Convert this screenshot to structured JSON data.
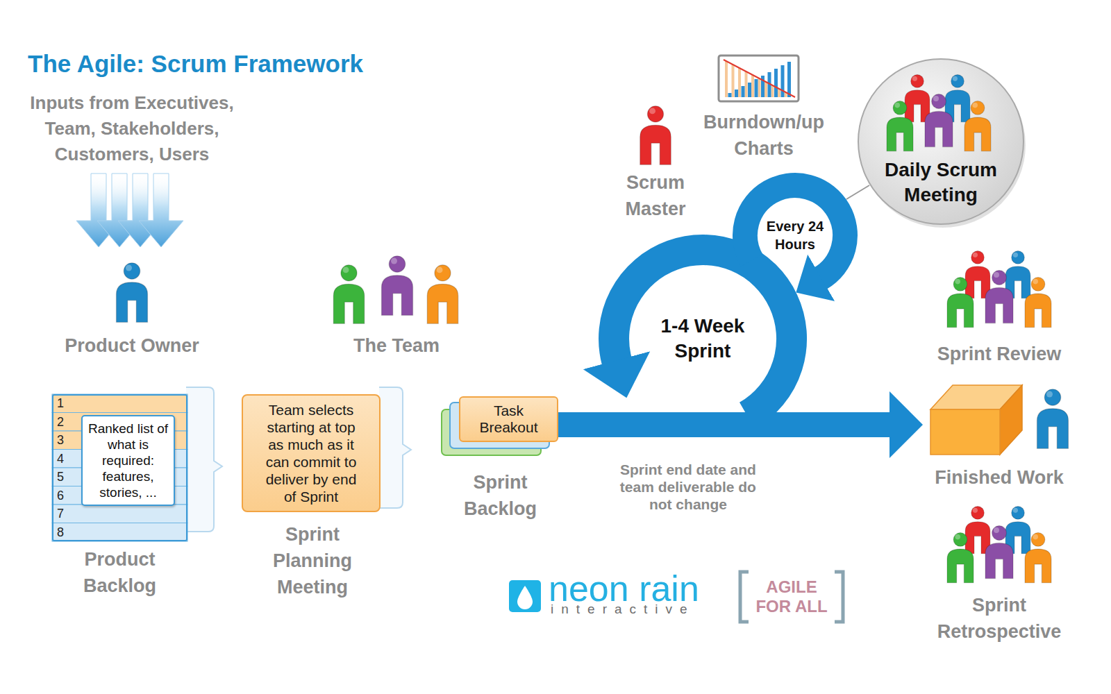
{
  "diagram": {
    "title": "The Agile: Scrum Framework",
    "nodes": [
      {
        "text": [
          "Product Backlog"
        ]
      },
      {
        "text": [
          "Ranked list of what is required: features, stories, ..."
        ],
        "in": 0
      },
      {
        "text": [
          "Team selects starting at top as much as it can commit to deliver by end of Sprint",
          "Sprint Planning Meeting"
        ]
      },
      {
        "text": [
          "Task Breakout",
          "Sprint Backlog"
        ]
      },
      {
        "text": [
          "Daily Scrum Meeting"
        ]
      },
      {
        "text": [
          "Finished Work"
        ]
      }
    ],
    "edges": [
      {
        "from": 3,
        "to": 5,
        "arrow": "to",
        "label": "Sprint end date and team deliverable do not change"
      }
    ],
    "labels": [
      "Inputs from Executives, Team, Stakeholders, Customers, Users",
      "Product Owner",
      "The Team",
      "Scrum Master",
      "Burndown/up Charts",
      "1-4 Week Sprint",
      "Every 24 Hours",
      "Sprint Review",
      "Sprint Retrospective",
      "1",
      "2",
      "3",
      "4",
      "5",
      "6",
      "7",
      "8",
      "neon rain",
      "interactive",
      "AGILE FOR ALL"
    ]
  }
}
